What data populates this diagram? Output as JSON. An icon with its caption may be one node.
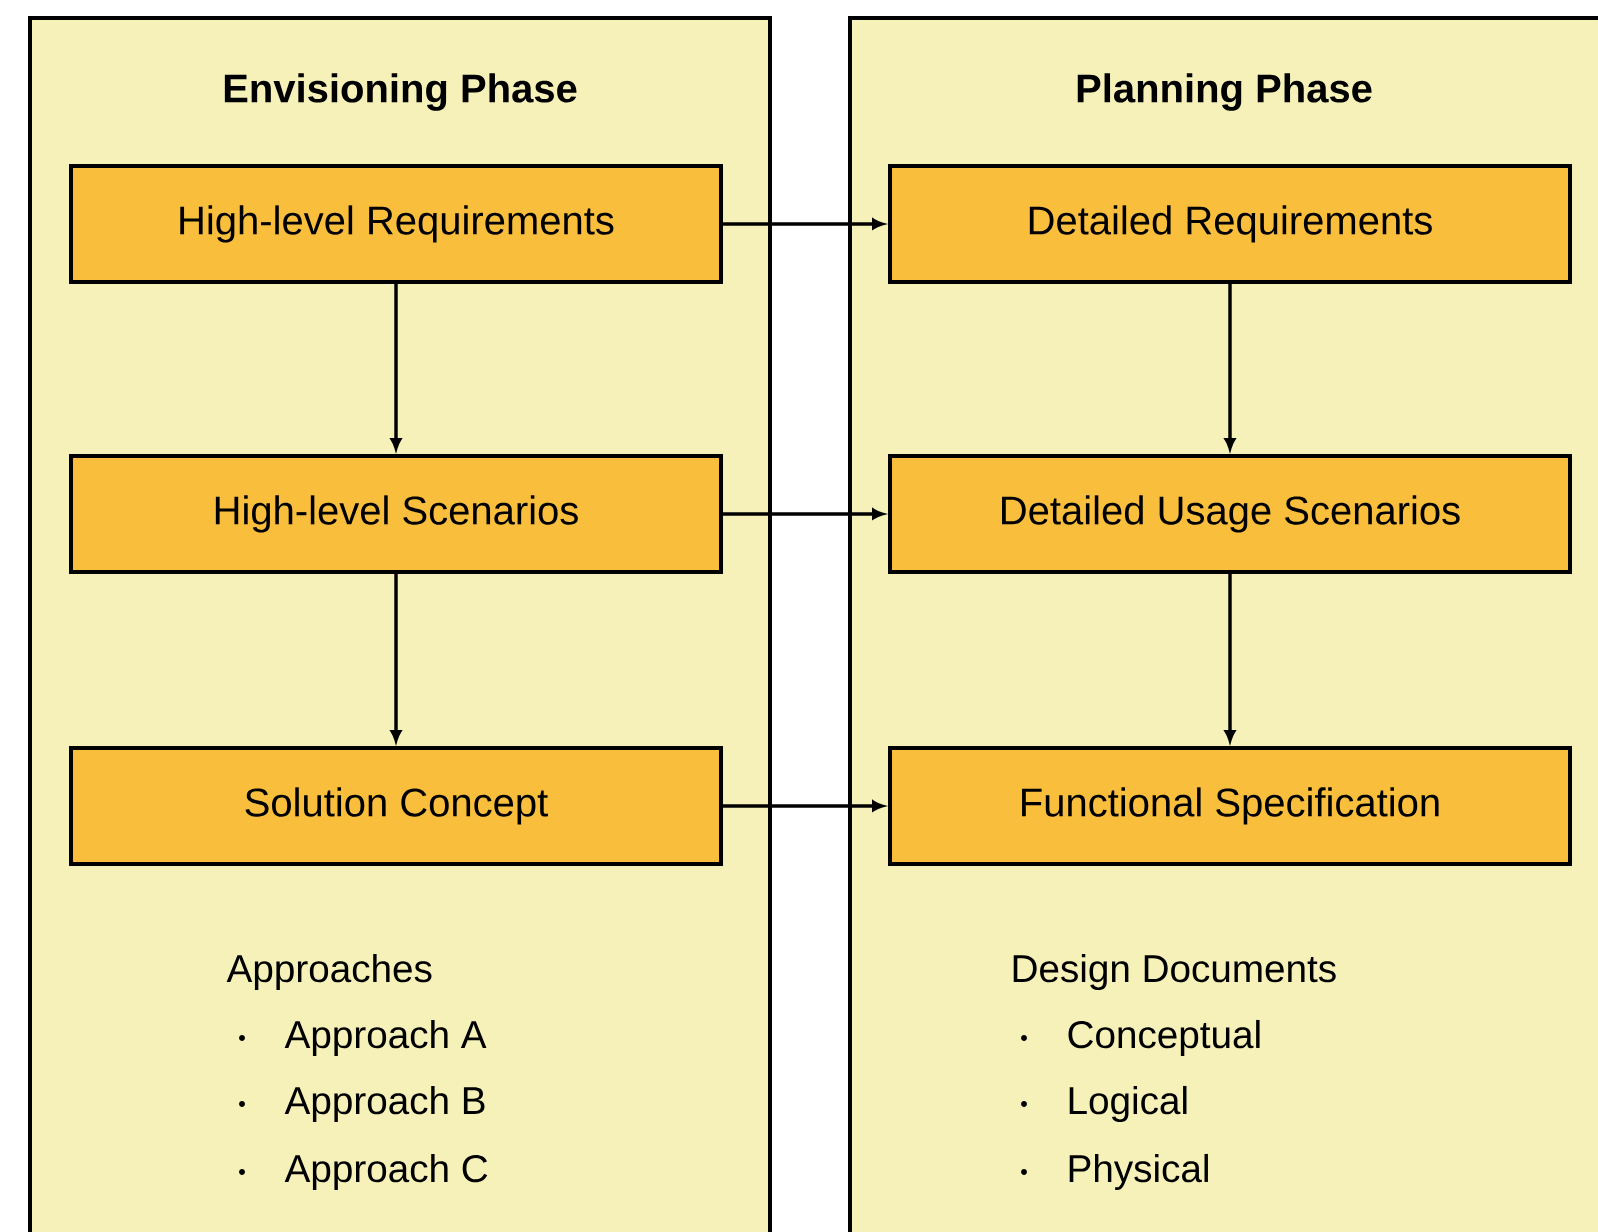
{
  "diagram": {
    "nodes": [
      {
        "text": [
          "Envisioning Phase"
        ]
      },
      {
        "text": [
          "High-level Requirements"
        ],
        "in": 0
      },
      {
        "text": [
          "High-level Scenarios"
        ],
        "in": 0
      },
      {
        "text": [
          "Solution Concept"
        ],
        "in": 0
      },
      {
        "text": [
          "Planning Phase"
        ]
      },
      {
        "text": [
          "Detailed Requirements"
        ],
        "in": 4
      },
      {
        "text": [
          "Detailed Usage Scenarios"
        ],
        "in": 4
      },
      {
        "text": [
          "Functional Specification"
        ],
        "in": 4
      }
    ],
    "edges": [
      {
        "from": 1,
        "to": 2,
        "arrow": "to"
      },
      {
        "from": 2,
        "to": 3,
        "arrow": "to"
      },
      {
        "from": 5,
        "to": 6,
        "arrow": "to"
      },
      {
        "from": 6,
        "to": 7,
        "arrow": "to"
      },
      {
        "from": 1,
        "to": 5,
        "arrow": "to"
      },
      {
        "from": 2,
        "to": 6,
        "arrow": "to"
      },
      {
        "from": 3,
        "to": 7,
        "arrow": "to"
      }
    ],
    "labels": [
      "Approaches",
      "Approach A",
      "Approach B",
      "Approach C",
      "Design Documents",
      "Conceptual",
      "Logical",
      "Physical"
    ]
  }
}
